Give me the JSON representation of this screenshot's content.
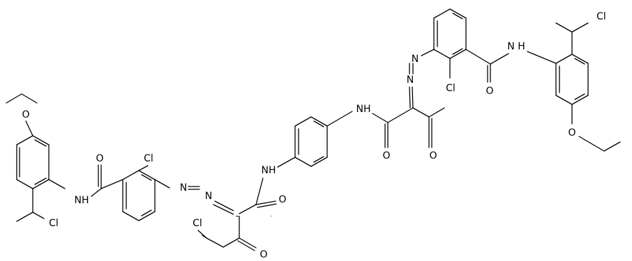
{
  "labels": {
    "ethoxy_o_left": "O",
    "amide_o_left": "O",
    "cl_ring_left": "Cl",
    "nh_left": "NH",
    "azo_n1_left": "N",
    "azo_n2_left": "N",
    "cl_ethyl_left": "Cl",
    "cl_chain": "Cl",
    "ketone_o_left": "O",
    "nh_center_left": "NH",
    "amide_o_center_left": "O",
    "nh_center_right": "NH",
    "amide_o_center_right": "O",
    "ketone_o_right": "O",
    "azo_n1_right": "N",
    "azo_n2_right": "N",
    "cl_ring_right": "Cl",
    "amide_o_right": "O",
    "nh_right": "N H",
    "cl_ethyl_right": "Cl",
    "ethoxy_o_right": "O"
  }
}
